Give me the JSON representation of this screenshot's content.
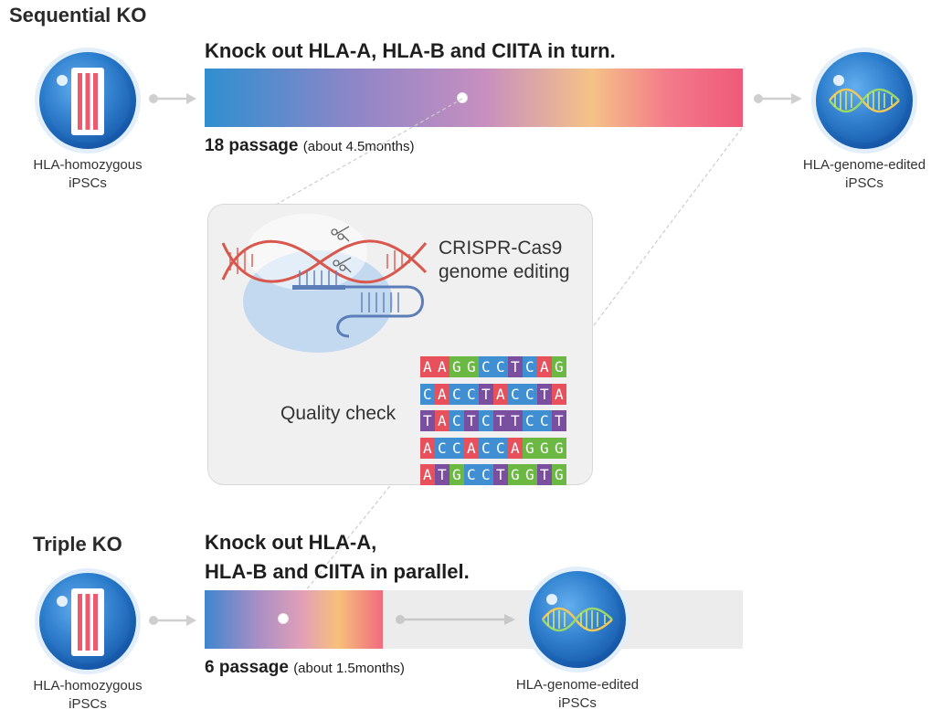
{
  "sequential": {
    "title": "Sequential KO",
    "headline": "Knock out HLA-A, HLA-B and CIITA in turn.",
    "passage": "18 passage",
    "duration": "(about 4.5months)",
    "source_label_1": "HLA-homozygous",
    "source_label_2": "iPSCs",
    "result_label_1": "HLA-genome-edited",
    "result_label_2": "iPSCs"
  },
  "triple": {
    "title": "Triple KO",
    "headline_1": "Knock out HLA-A,",
    "headline_2": "HLA-B and CIITA in parallel.",
    "passage": "6 passage",
    "duration": "(about 1.5months)",
    "source_label_1": "HLA-homozygous",
    "source_label_2": "iPSCs",
    "result_label_1": "HLA-genome-edited",
    "result_label_2": "iPSCs"
  },
  "panel": {
    "crispr_1": "CRISPR-Cas9",
    "crispr_2": "genome editing",
    "quality": "Quality check",
    "sequences": [
      [
        "A",
        "A",
        "G",
        "G",
        "C",
        "C",
        "T",
        "C",
        "A",
        "G"
      ],
      [
        "C",
        "A",
        "C",
        "C",
        "T",
        "A",
        "C",
        "C",
        "T",
        "A"
      ],
      [
        "T",
        "A",
        "C",
        "T",
        "C",
        "T",
        "T",
        "C",
        "C",
        "T"
      ],
      [
        "A",
        "C",
        "C",
        "A",
        "C",
        "C",
        "A",
        "G",
        "G",
        "G"
      ],
      [
        "A",
        "T",
        "G",
        "C",
        "C",
        "T",
        "G",
        "G",
        "T",
        "G"
      ]
    ],
    "base_colors": {
      "A": "#e8505b",
      "C": "#3f8fd2",
      "G": "#6bb843",
      "T": "#7b4fa0"
    }
  },
  "icons": {
    "source_cell": "chromosome-cell-icon",
    "result_cell": "dna-cell-icon",
    "editing": "crispr-cas9-icon"
  }
}
